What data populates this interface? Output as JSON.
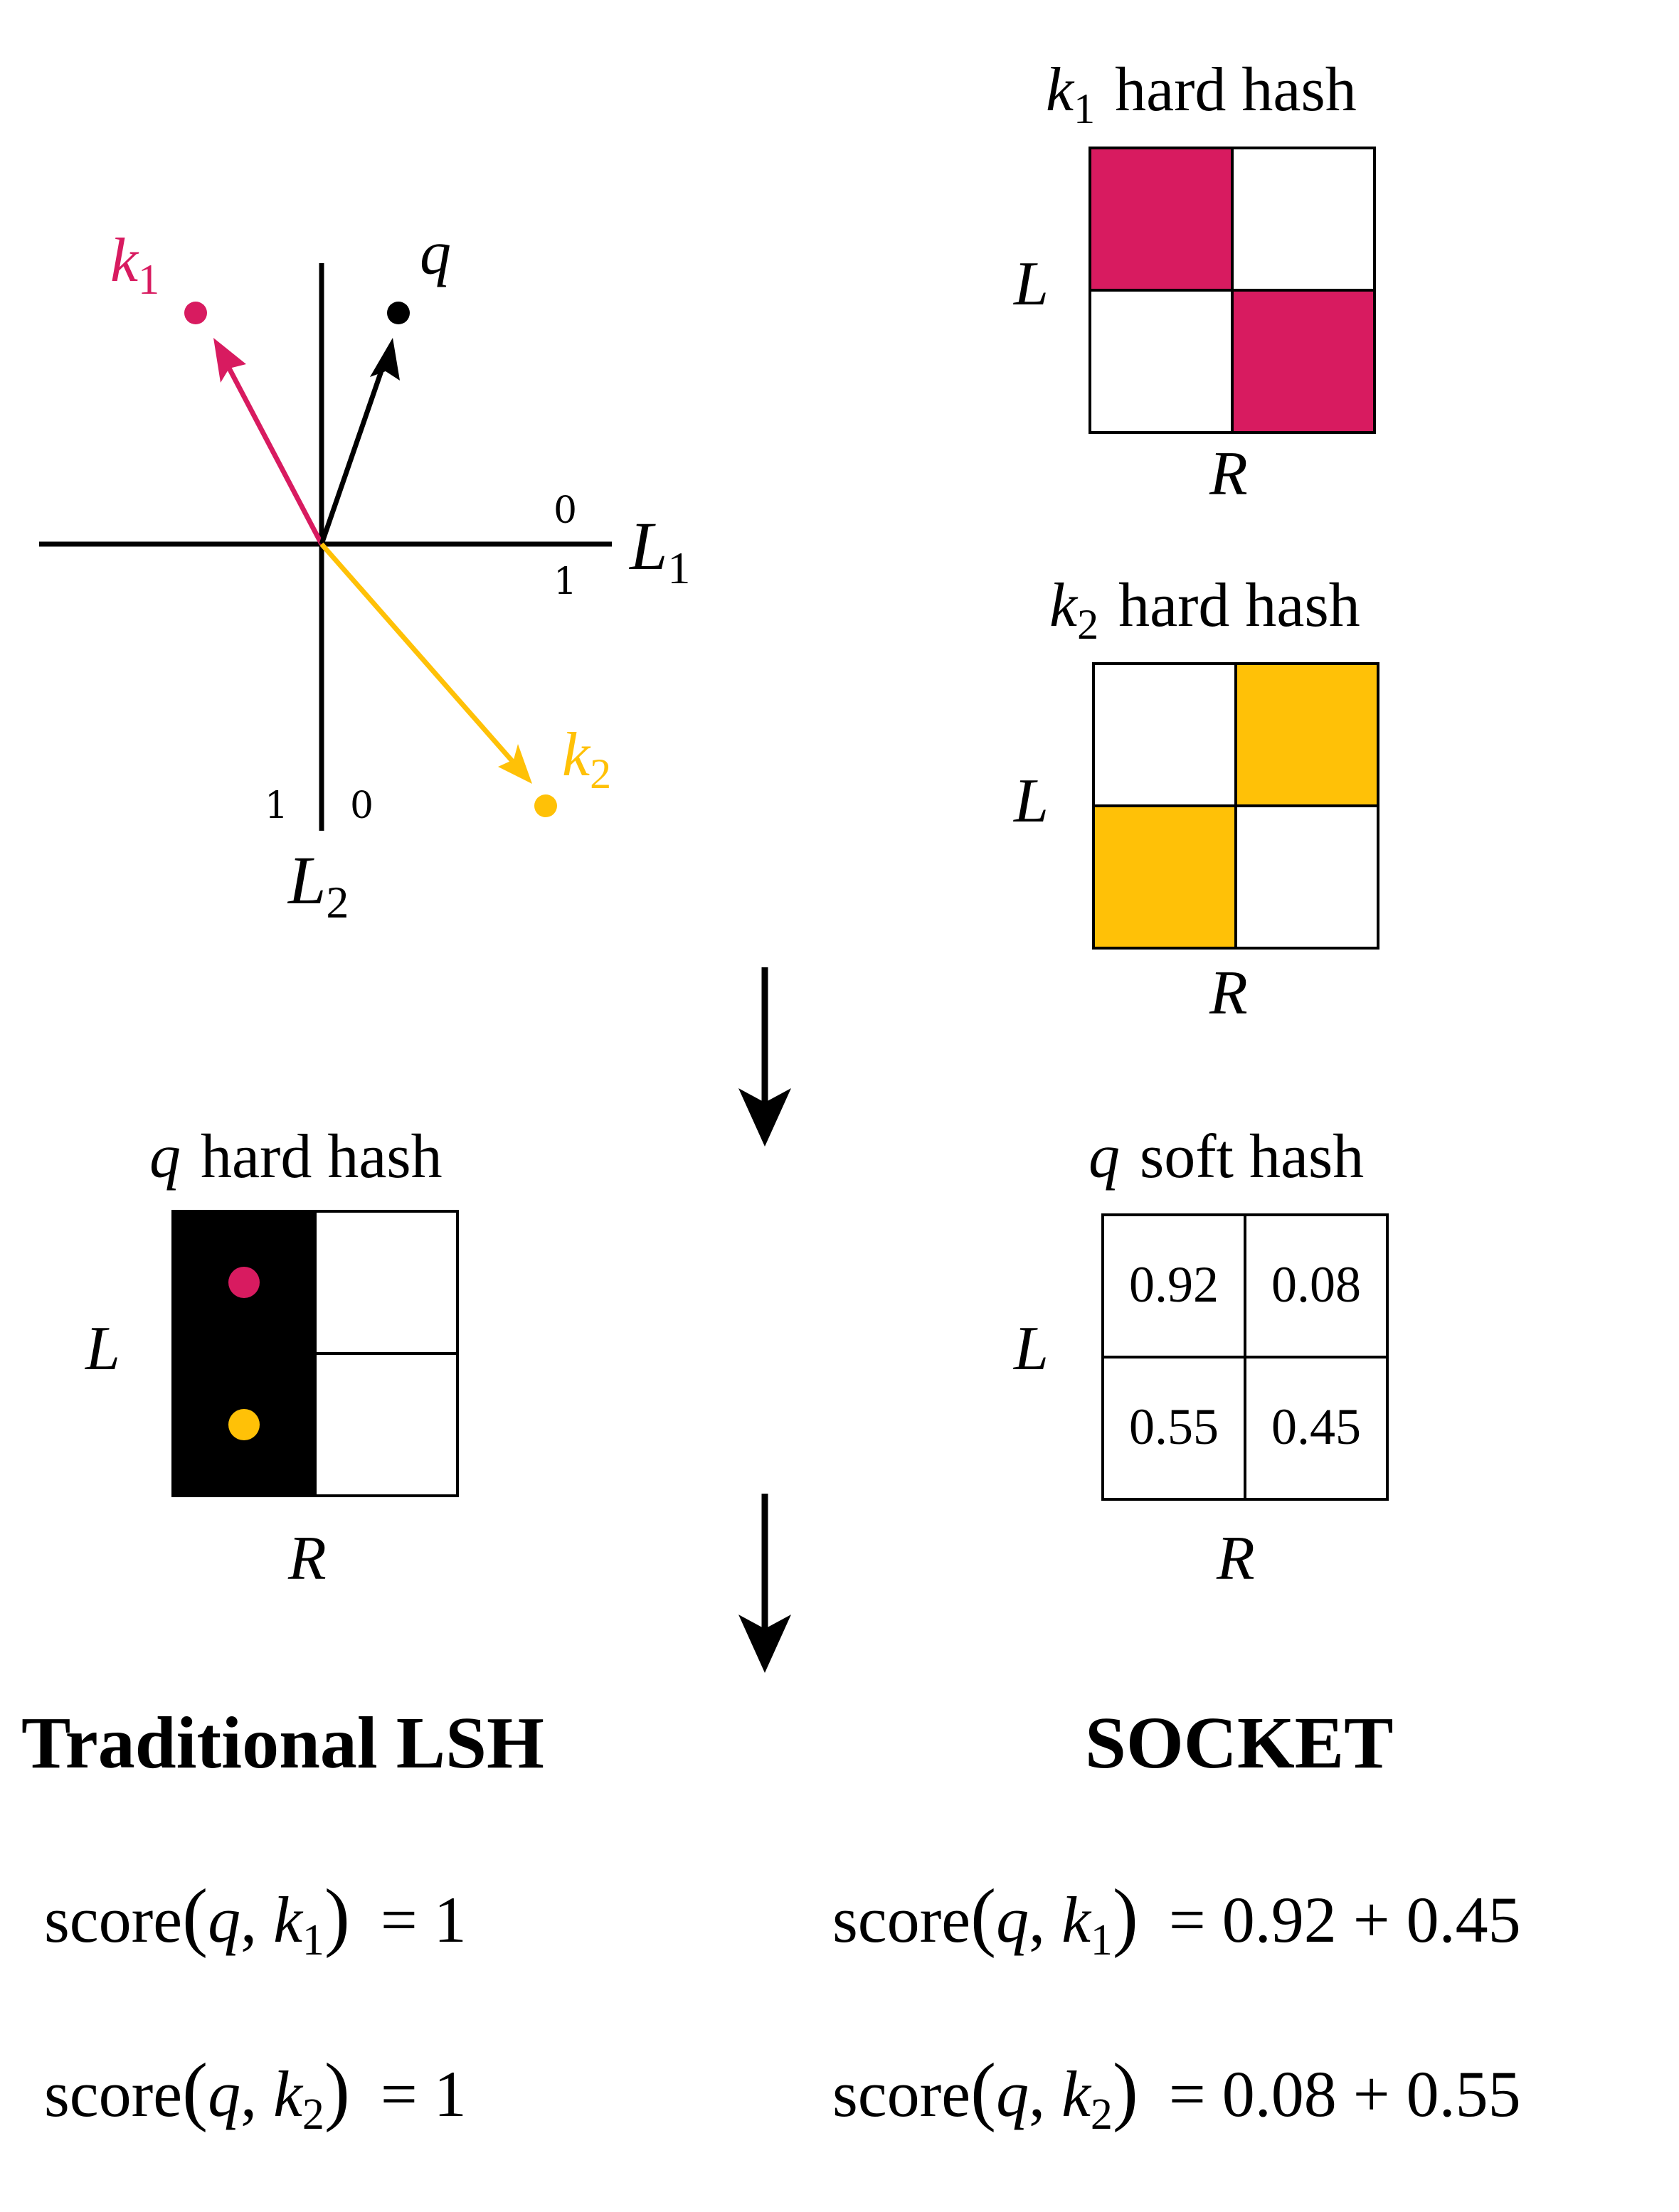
{
  "colors": {
    "k1": "#d81b60",
    "k2": "#ffc107",
    "q": "#000000",
    "line": "#000000"
  },
  "vectors": {
    "q_label": "q",
    "k1_label": "k",
    "k1_sub": "1",
    "k2_label": "k",
    "k2_sub": "2",
    "axis_L1_label": "L",
    "axis_L1_sub": "1",
    "axis_L1_above": "0",
    "axis_L1_below": "1",
    "axis_L2_label": "L",
    "axis_L2_sub": "2",
    "axis_L2_left": "1",
    "axis_L2_right": "0"
  },
  "grids": {
    "k1_hard": {
      "title_var": "k",
      "title_sub": "1",
      "title_text": "hard hash",
      "row_label": "L",
      "col_label": "R",
      "fill": [
        [
          1,
          0
        ],
        [
          0,
          1
        ]
      ]
    },
    "k2_hard": {
      "title_var": "k",
      "title_sub": "2",
      "title_text": "hard hash",
      "row_label": "L",
      "col_label": "R",
      "fill": [
        [
          0,
          1
        ],
        [
          1,
          0
        ]
      ]
    },
    "q_hard": {
      "title_var": "q",
      "title_text": "hard hash",
      "row_label": "L",
      "col_label": "R"
    },
    "q_soft": {
      "title_var": "q",
      "title_text": "soft hash",
      "row_label": "L",
      "col_label": "R",
      "cells": [
        [
          "0.92",
          "0.08"
        ],
        [
          "0.55",
          "0.45"
        ]
      ]
    }
  },
  "results": {
    "left_title": "Traditional LSH",
    "right_title": "SOCKET",
    "score_word": "score",
    "q_var": "q",
    "k_var": "k",
    "sub1": "1",
    "sub2": "2",
    "lsh_k1_value": "1",
    "lsh_k2_value": "1",
    "socket_k1_a": "0.92",
    "socket_k1_b": "0.45",
    "socket_k2_a": "0.08",
    "socket_k2_b": "0.55"
  }
}
